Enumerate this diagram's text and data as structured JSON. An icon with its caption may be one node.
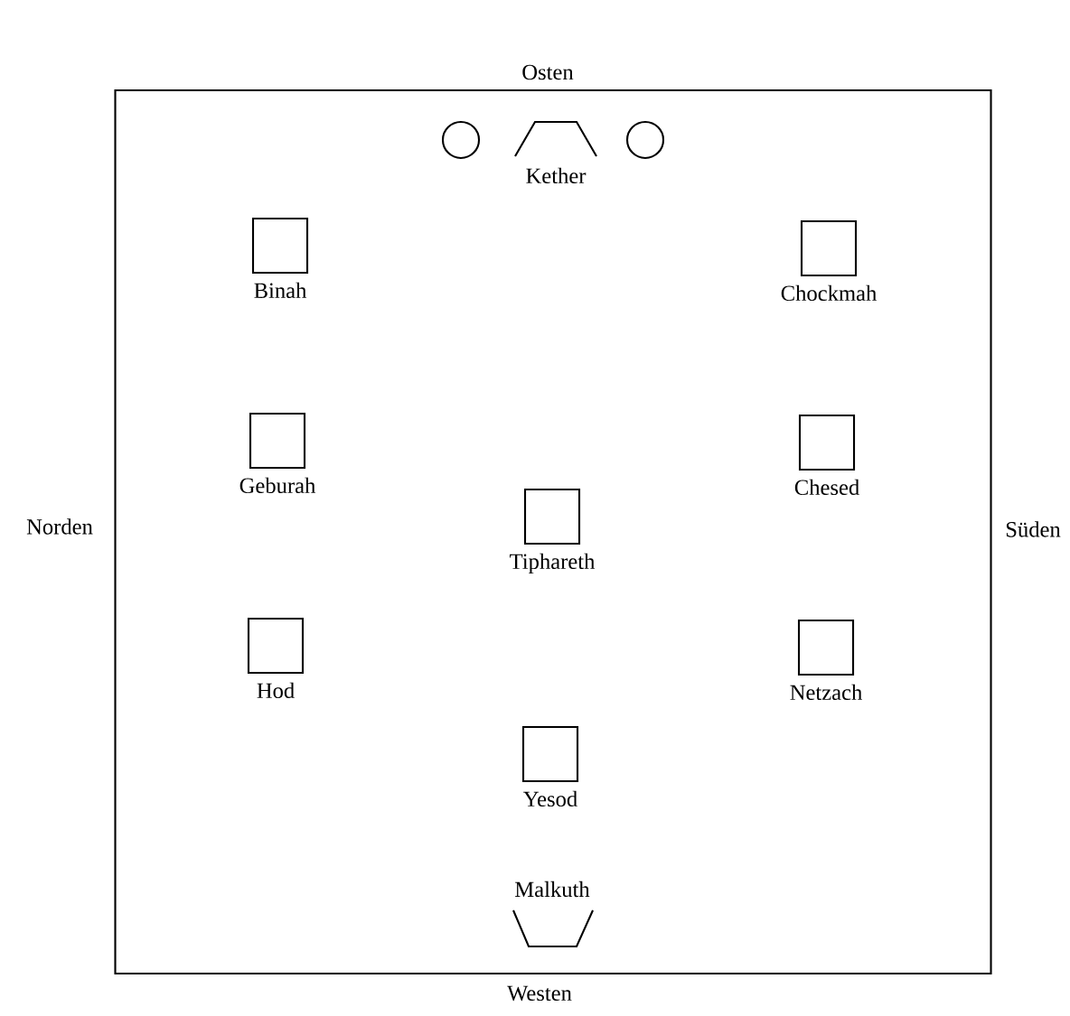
{
  "diagram": {
    "nodes": [
      {
        "text": [],
        "shape": "box"
      },
      {
        "text": [],
        "shape": "circle",
        "in": 0
      },
      {
        "text": [
          "Kether"
        ],
        "in": 0
      },
      {
        "text": [],
        "shape": "circle",
        "in": 0
      },
      {
        "text": [
          "Binah"
        ],
        "in": 0
      },
      {
        "text": [
          "Chockmah"
        ],
        "in": 0
      },
      {
        "text": [
          "Geburah"
        ],
        "in": 0
      },
      {
        "text": [
          "Chesed"
        ],
        "in": 0
      },
      {
        "text": [
          "Tiphareth"
        ],
        "in": 0
      },
      {
        "text": [
          "Hod"
        ],
        "in": 0
      },
      {
        "text": [
          "Netzach"
        ],
        "in": 0
      },
      {
        "text": [
          "Yesod"
        ],
        "in": 0
      },
      {
        "text": [
          "Malkuth"
        ],
        "in": 0
      }
    ],
    "labels": [
      "Osten",
      "Norden",
      "Süden",
      "Westen"
    ]
  }
}
